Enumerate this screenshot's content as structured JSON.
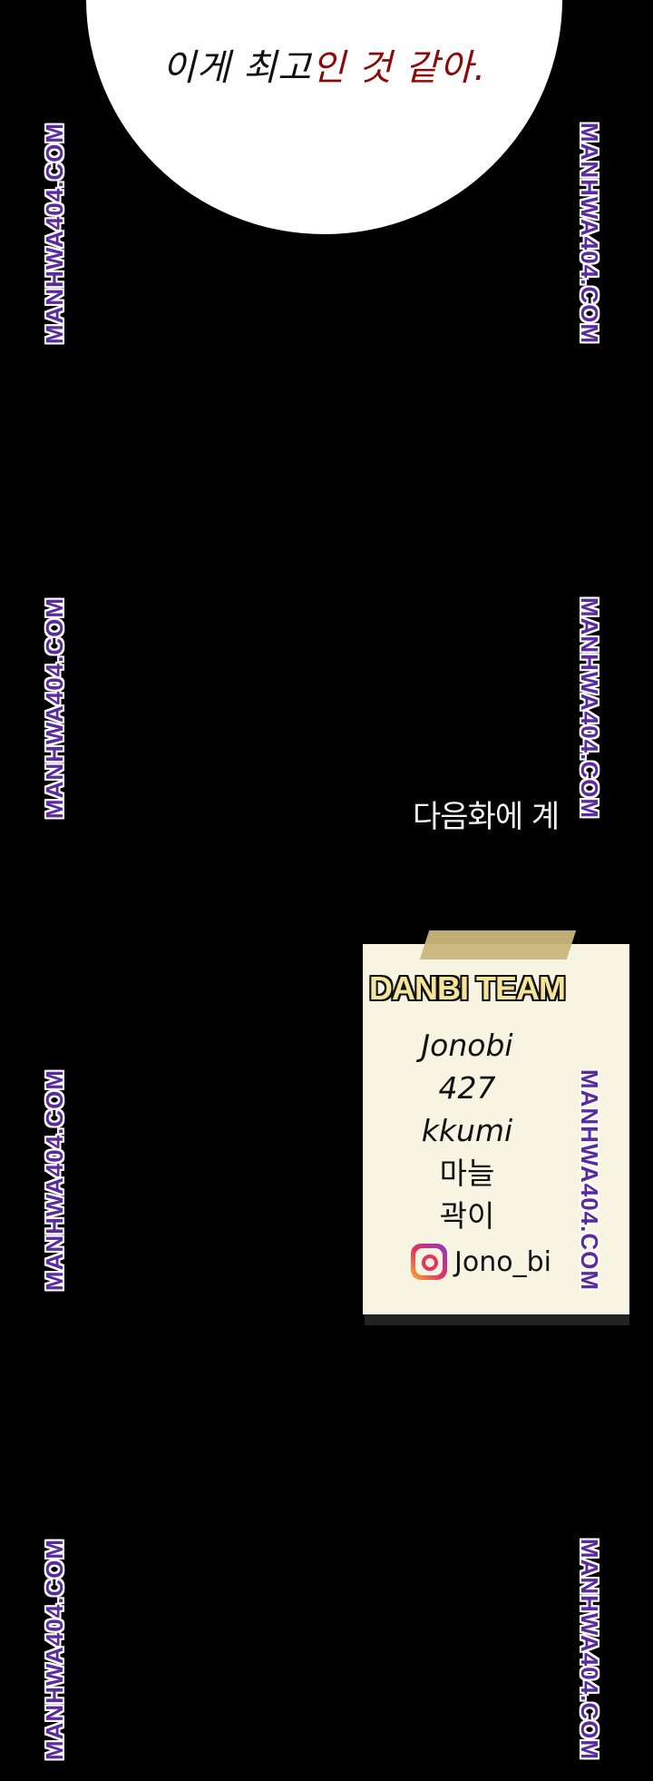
{
  "speech_bubble": {
    "text_black": "이게 최고",
    "text_red": "인 것 같아."
  },
  "next_episode_text": "다음화에 계",
  "watermark": "MANHWA404.COM",
  "credits_note": {
    "title": "DANBI TEAM",
    "members": [
      "Jonobi",
      "427",
      "kkumi",
      "마늘",
      "곽이"
    ],
    "instagram_icon": "instagram-icon",
    "instagram_handle": "Jono_bi"
  },
  "colors": {
    "watermark": "#5a2aa0",
    "note": "#f8f4e2",
    "accent_red": "#8a0a0a"
  }
}
